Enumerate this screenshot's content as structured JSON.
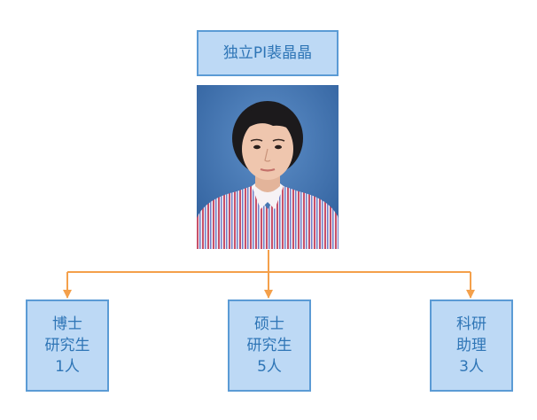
{
  "pi": {
    "label": "独立PI裴晶晶"
  },
  "children": [
    {
      "lines": [
        "博士",
        "研究生",
        "1人"
      ]
    },
    {
      "lines": [
        "硕士",
        "研究生",
        "5人"
      ]
    },
    {
      "lines": [
        "科研",
        "助理",
        "3人"
      ]
    }
  ],
  "colors": {
    "box_fill": "#bdd9f5",
    "box_border": "#5b9bd5",
    "text": "#2e75b6",
    "connector": "#f4a04b"
  }
}
